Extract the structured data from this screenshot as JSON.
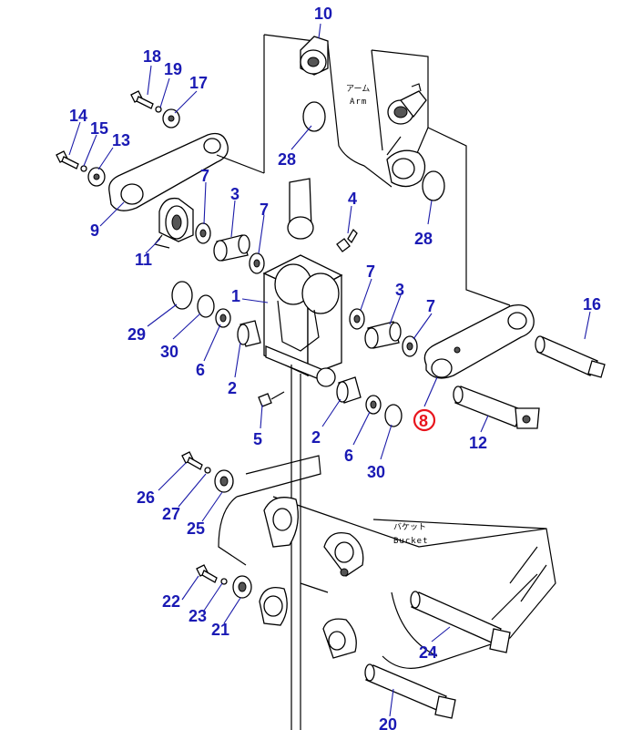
{
  "callouts": {
    "p1": "1",
    "p2a": "2",
    "p2b": "2",
    "p3a": "3",
    "p3b": "3",
    "p4": "4",
    "p5": "5",
    "p6a": "6",
    "p6b": "6",
    "p7a": "7",
    "p7b": "7",
    "p7c": "7",
    "p7d": "7",
    "p8": "8",
    "p9": "9",
    "p10": "10",
    "p11": "11",
    "p12": "12",
    "p13": "13",
    "p14": "14",
    "p15": "15",
    "p16": "16",
    "p17": "17",
    "p18": "18",
    "p19": "19",
    "p20": "20",
    "p21": "21",
    "p22": "22",
    "p23": "23",
    "p24": "24",
    "p25": "25",
    "p26": "26",
    "p27": "27",
    "p28a": "28",
    "p28b": "28",
    "p29": "29",
    "p30a": "30",
    "p30b": "30"
  },
  "labels": {
    "arm_jp": "アーム",
    "arm_en": "Arm",
    "bucket_jp": "バケット",
    "bucket_en": "Bucket"
  },
  "highlight": {
    "callout": "8",
    "color": "#e8141c"
  },
  "colors": {
    "callout": "#1a1ab4",
    "lines": "#000000"
  }
}
